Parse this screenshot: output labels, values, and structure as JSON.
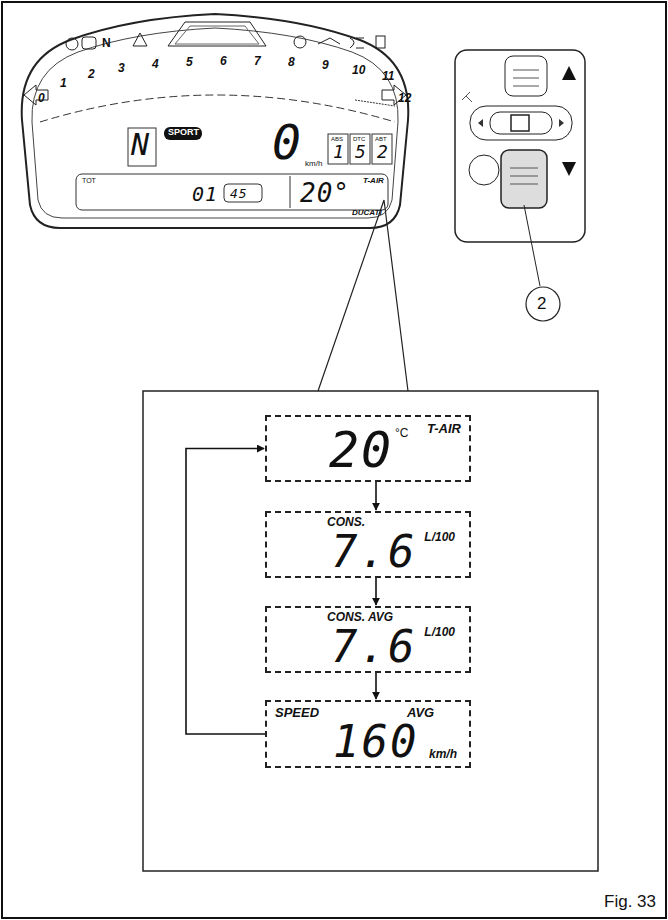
{
  "diagram": {
    "caption": "Fig. 33",
    "nodes": [
      {
        "text": [
          "20",
          "°C",
          "T-AIR"
        ]
      },
      {
        "text": [
          "CONS.",
          "7.6",
          "L/100"
        ]
      },
      {
        "text": [
          "CONS. AVG",
          "7.6",
          "L/100"
        ]
      },
      {
        "text": [
          "SPEED",
          "AVG",
          "160",
          "km/h"
        ]
      }
    ],
    "edges": [
      {
        "from": 0,
        "to": 1,
        "arrow": "to"
      },
      {
        "from": 1,
        "to": 2,
        "arrow": "to"
      },
      {
        "from": 2,
        "to": 3,
        "arrow": "to"
      },
      {
        "from": 3,
        "to": 0,
        "arrow": "to"
      }
    ],
    "labels": [
      "N",
      "0",
      "1",
      "2",
      "3",
      "4",
      "5",
      "6",
      "7",
      "8",
      "9",
      "10",
      "11",
      "12",
      "N",
      "SPORT",
      "0",
      "km/h",
      "ABS",
      "1",
      "DTC",
      "5",
      "ABT",
      "2",
      "TOT",
      "01",
      "45",
      "20°",
      "T-AIR",
      "DUCATI",
      "2"
    ]
  }
}
